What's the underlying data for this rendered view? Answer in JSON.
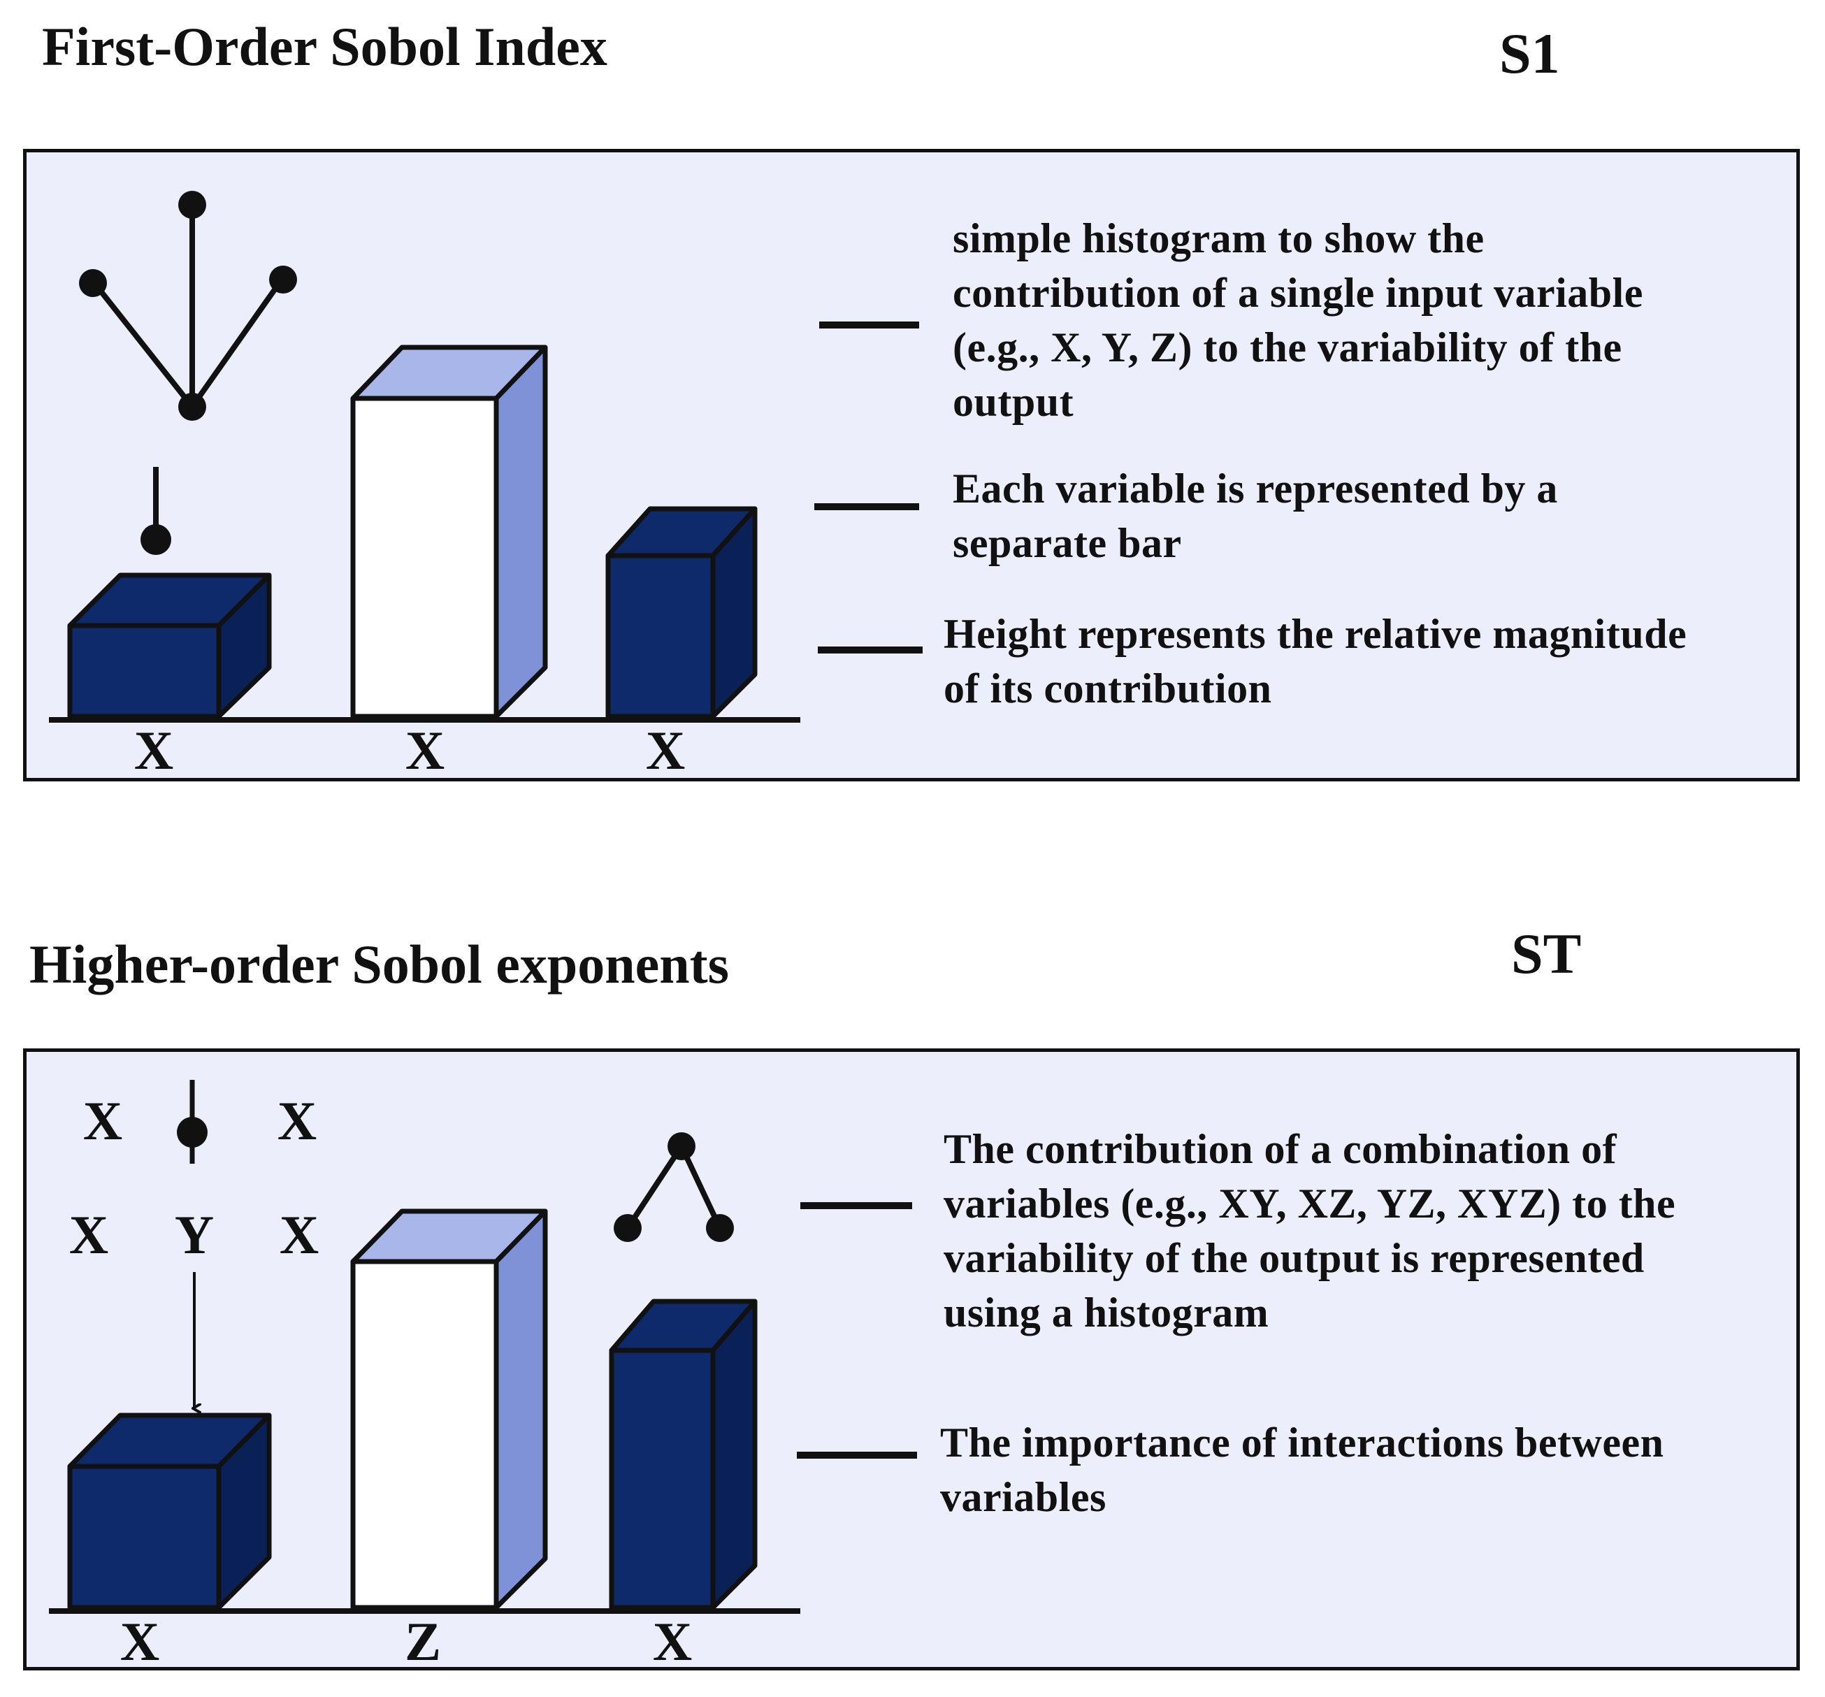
{
  "s1": {
    "title": "First-Order Sobol Index",
    "tag": "S1",
    "descriptions": [
      "simple histogram to show the\ncontribution of a single input variable\n(e.g., X, Y, Z) to the variability of the\noutput",
      "Each variable is represented by a\nseparate bar",
      "Height represents the relative magnitude\nof its contribution"
    ],
    "bar_labels": [
      "X",
      "X",
      "X"
    ]
  },
  "st": {
    "title": "Higher-order Sobol exponents",
    "tag": "ST",
    "descriptions": [
      "The contribution of a combination of\nvariables (e.g., XY, XZ, YZ, XYZ) to the\nvariability of the output is represented\nusing a histogram",
      "The importance of interactions between\nvariables"
    ],
    "bar_labels": [
      "X",
      "Z",
      "X"
    ],
    "grid_letters": [
      "X",
      "X",
      "X",
      "Y",
      "X"
    ]
  },
  "colors": {
    "panel_bg": "#eceefb",
    "bar_dark_front": "#0e2a6b",
    "bar_dark_side": "#0a2158",
    "bar_light_top": "#a9b6ea",
    "bar_light_side": "#7f92d8",
    "bar_white": "#ffffff",
    "ink": "#111111"
  }
}
